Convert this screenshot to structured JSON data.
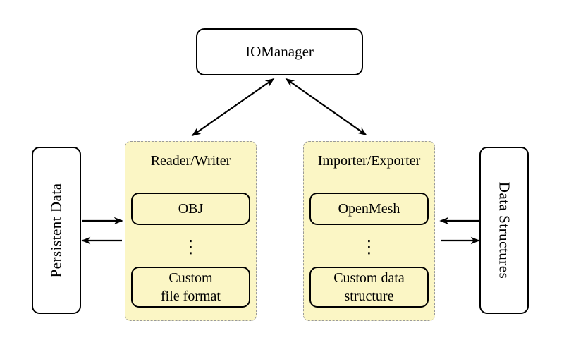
{
  "nodes": {
    "iomanager": "IOManager",
    "persistent_data": "Persistent Data",
    "data_structures": "Data Structures"
  },
  "groups": [
    {
      "title": "Reader/Writer",
      "top_item": "OBJ",
      "dots": "⋮",
      "bottom_item_line1": "Custom",
      "bottom_item_line2": "file format"
    },
    {
      "title": "Importer/Exporter",
      "top_item": "OpenMesh",
      "dots": "⋮",
      "bottom_item_line1": "Custom data",
      "bottom_item_line2": "structure"
    }
  ],
  "connections": [
    {
      "from": "IOManager",
      "to": "Reader/Writer",
      "style": "bidirectional"
    },
    {
      "from": "IOManager",
      "to": "Importer/Exporter",
      "style": "bidirectional"
    },
    {
      "from": "Persistent Data",
      "to": "Reader/Writer",
      "style": "one-way"
    },
    {
      "from": "Reader/Writer",
      "to": "Persistent Data",
      "style": "one-way"
    },
    {
      "from": "Data Structures",
      "to": "Importer/Exporter",
      "style": "one-way"
    },
    {
      "from": "Importer/Exporter",
      "to": "Data Structures",
      "style": "one-way"
    }
  ],
  "colors": {
    "group_fill": "#FBF6C5",
    "group_border": "#9A9A9A",
    "node_border": "#000000",
    "node_fill": "#FFFFFF",
    "arrow": "#000000",
    "background": "#FFFFFF"
  }
}
